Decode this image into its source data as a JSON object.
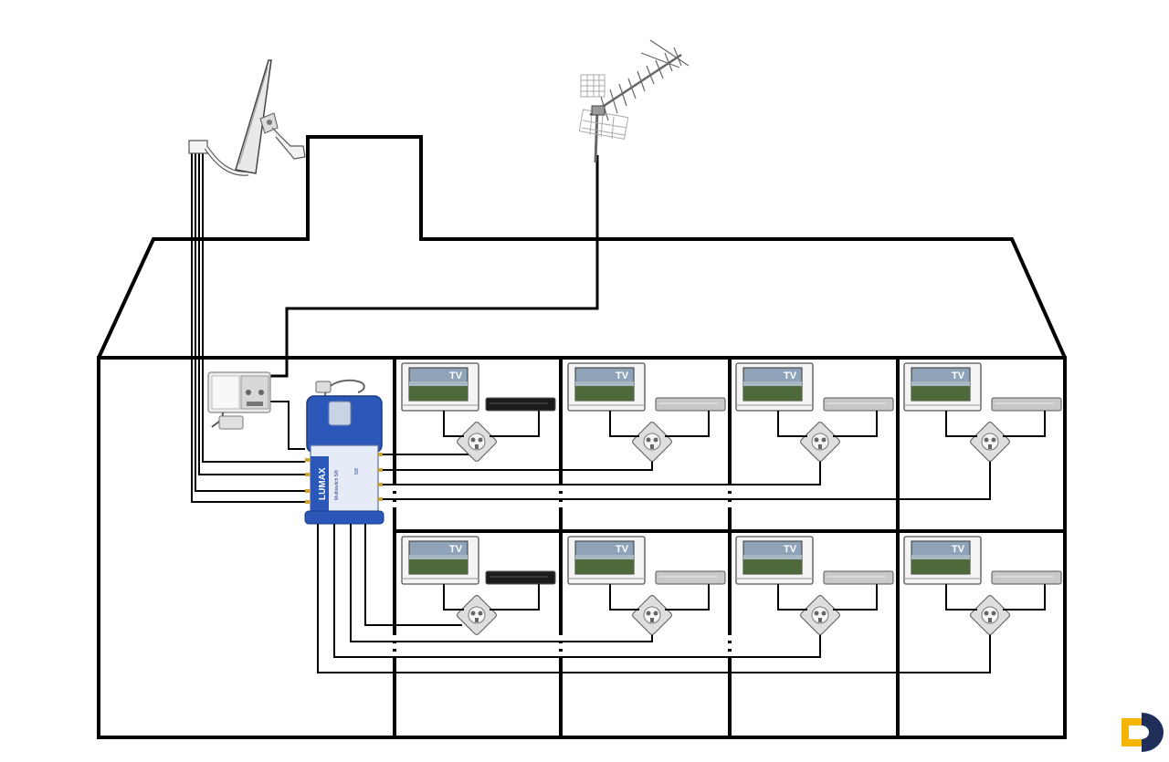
{
  "diagram": {
    "tv_label": "TV",
    "multiswitch": {
      "brand": "LUMAX",
      "model_line1": "Multiswitch 5/8",
      "model_line2": "5/8"
    }
  },
  "colors": {
    "wall": "#000000",
    "cable": "#000000",
    "multiswitch_body": "#2b58b8",
    "multiswitch_face": "#e6ecf7",
    "tv_screen_sky": "#8fa3b8",
    "tv_screen_grass": "#4f6a3a",
    "receiver_dark": "#1b1b1b",
    "receiver_silver": "#c8c8c8",
    "logo_yellow": "#f6b500",
    "logo_navy": "#1f2f5a"
  },
  "icons": {
    "dish": "satellite-dish-icon",
    "antenna": "yagi-antenna-icon",
    "tv": "tv-icon",
    "receiver": "receiver-icon",
    "wall_socket": "wall-socket-icon",
    "multiswitch": "multiswitch-icon",
    "amplifier": "amplifier-icon",
    "logo": "logo-icon"
  }
}
